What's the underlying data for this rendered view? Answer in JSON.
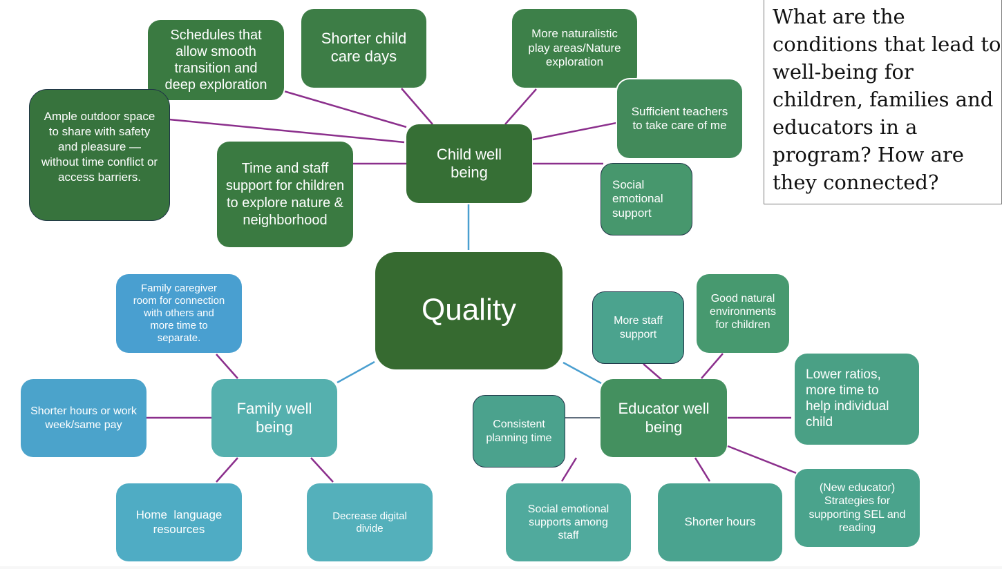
{
  "question": "What are the conditions that lead to well-being for children, families and educators in a program? How are they connected?",
  "colors": {
    "dark_green": "#366a30",
    "child_leaf_green": "#3d7b45",
    "medium_green": "#428a5e",
    "sea_green": "#48996f",
    "teal_green": "#4aa38b",
    "teal": "#52adac",
    "blue": "#4a9fcd",
    "blue_teal": "#4ea9c4",
    "link_purple": "#8b2f8c",
    "link_blue": "#4a9fd0",
    "outline_navy": "#1f3347"
  },
  "center": {
    "label": "Quality"
  },
  "hubs": {
    "child": {
      "label": "Child well being"
    },
    "family": {
      "label": "Family well being"
    },
    "educator": {
      "label": "Educator well being"
    }
  },
  "child_items": [
    {
      "label": "Schedules that allow smooth transition and deep exploration"
    },
    {
      "label": "Shorter child care days"
    },
    {
      "label": "More naturalistic play areas/Nature exploration"
    },
    {
      "label": "Sufficient teachers to take care of me"
    },
    {
      "label": "Ample outdoor space to share with safety and pleasure — without time conflict or access barriers."
    },
    {
      "label": "Time and staff support for children to explore nature & neighborhood"
    },
    {
      "label": "Social emotional support"
    }
  ],
  "family_items": [
    {
      "label": "Family caregiver room for connection with others and more time to separate."
    },
    {
      "label": "Shorter hours or work week/same pay"
    },
    {
      "label": "Home  language resources"
    },
    {
      "label": "Decrease digital divide"
    }
  ],
  "educator_items": [
    {
      "label": "More staff support"
    },
    {
      "label": "Good natural environments for children"
    },
    {
      "label": "Lower ratios, more time to help individual child"
    },
    {
      "label": "Consistent planning time"
    },
    {
      "label": "Social emotional supports among staff"
    },
    {
      "label": "Shorter hours"
    },
    {
      "label": "(New educator) Strategies for supporting SEL and reading"
    }
  ]
}
